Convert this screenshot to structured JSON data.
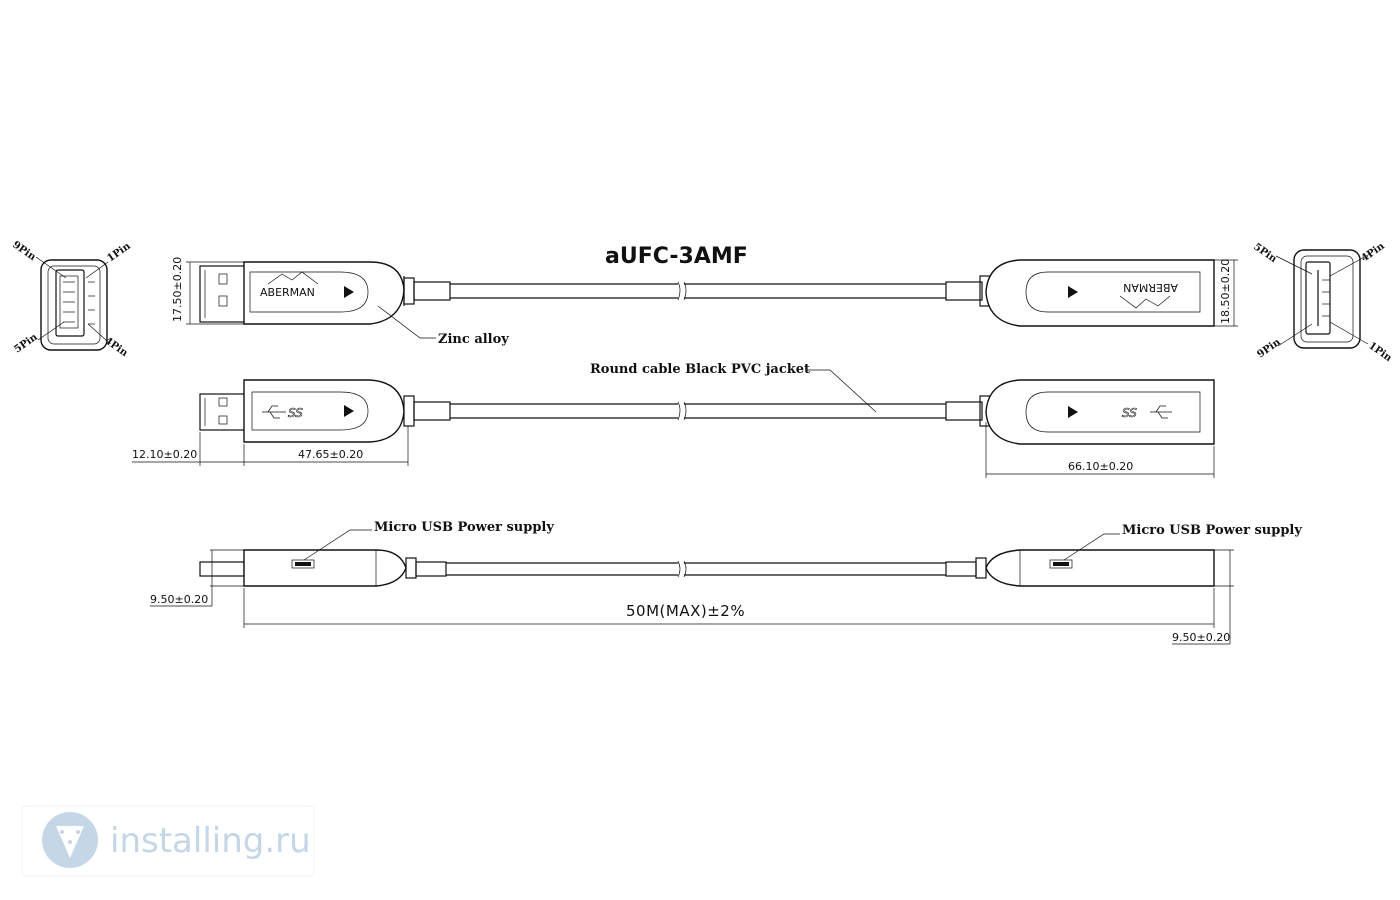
{
  "title": "aUFC-3AMF",
  "labels": {
    "zinc_alloy": "Zinc alloy",
    "cable_jacket": "Round cable Black PVC jacket",
    "micro_usb_left": "Micro USB Power supply",
    "micro_usb_right": "Micro USB Power supply"
  },
  "brand": "ABERMAN",
  "superspeed_mark": "SS",
  "pins_left": {
    "top_left": "9Pin",
    "top_right": "1Pin",
    "bottom_left": "5Pin",
    "bottom_right": "4Pin"
  },
  "pins_right": {
    "top_left": "5Pin",
    "top_right": "4Pin",
    "bottom_left": "9Pin",
    "bottom_right": "1Pin"
  },
  "dimensions": {
    "height_left": "17.50±0.20",
    "height_right": "18.50±0.20",
    "plug_length": "12.10±0.20",
    "male_body_length": "47.65±0.20",
    "female_body_length": "66.10±0.20",
    "thickness_left": "9.50±0.20",
    "total_length": "50M(MAX)±2%",
    "thickness_right": "9.50±0.20"
  },
  "watermark": "installing.ru"
}
